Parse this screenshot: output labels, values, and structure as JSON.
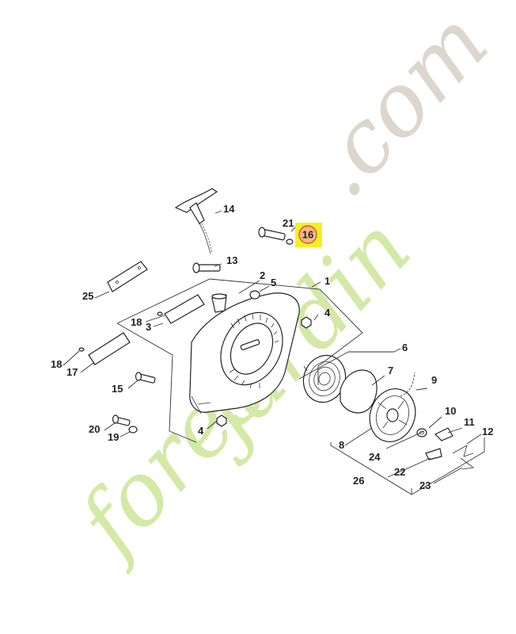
{
  "watermark": {
    "part1": "fores",
    "part2": "jardin",
    "part3": ".com"
  },
  "highlight": {
    "part": "16",
    "color": "#f5f020"
  },
  "parts": {
    "p1": "1",
    "p2": "2",
    "p3": "3",
    "p4a": "4",
    "p4b": "4",
    "p5": "5",
    "p6": "6",
    "p7": "7",
    "p8": "8",
    "p9": "9",
    "p10": "10",
    "p11": "11",
    "p12": "12",
    "p13": "13",
    "p14": "14",
    "p15": "15",
    "p16": "16",
    "p17": "17",
    "p18a": "18",
    "p18b": "18",
    "p19": "19",
    "p20": "20",
    "p21": "21",
    "p22": "22",
    "p23": "23",
    "p24": "24",
    "p25": "25",
    "p26": "26"
  }
}
